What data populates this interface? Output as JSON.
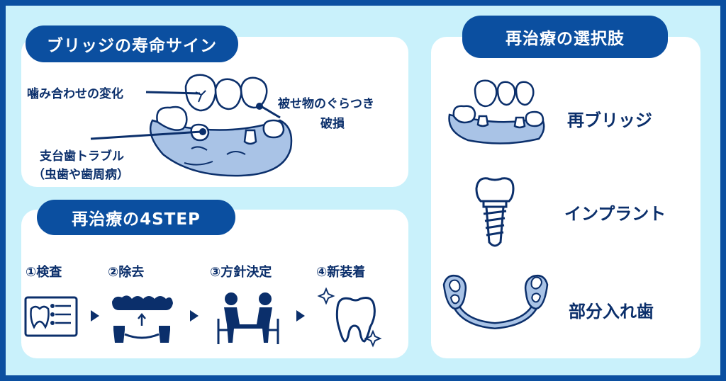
{
  "colors": {
    "navy": "#0b4fa0",
    "background": "#c9f1fb",
    "panel": "#ffffff",
    "text": "#0b2f6b",
    "gum": "#a9c3e6"
  },
  "signs": {
    "title": "ブリッジの寿命サイン",
    "bite_change": "噛み合わせの変化",
    "crown_loose_1": "被せ物のぐらつき",
    "crown_loose_2": "破損",
    "abutment_1": "支台歯トラブル",
    "abutment_2": "（虫歯や歯周病）"
  },
  "steps": {
    "title": "再治療の4STEP",
    "items": [
      "①検査",
      "②除去",
      "③方針決定",
      "④新装着"
    ]
  },
  "options": {
    "title": "再治療の選択肢",
    "items": [
      "再ブリッジ",
      "インプラント",
      "部分入れ歯"
    ]
  }
}
